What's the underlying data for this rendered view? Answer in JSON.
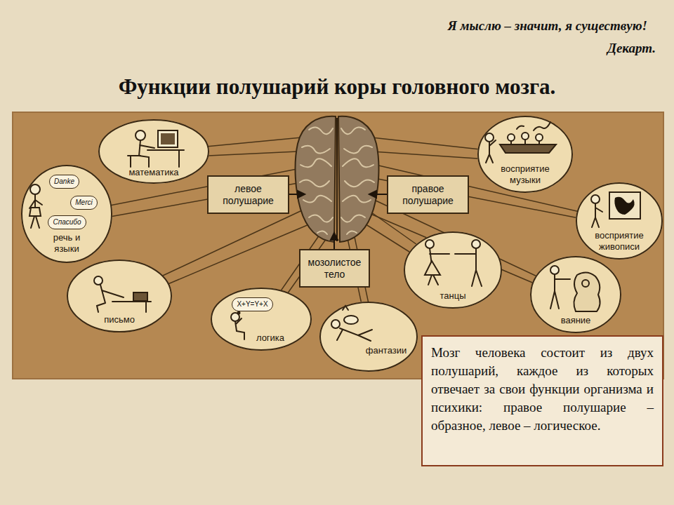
{
  "diagram": {
    "title": "Функции полушарий коры головного мозга.",
    "nodes": [
      {
        "text": [
          "математика"
        ]
      },
      {
        "text": [
          "восприятие музыки"
        ]
      },
      {
        "text": [
          "речь и языки"
        ]
      },
      {
        "text": [
          "Danke"
        ],
        "in": 2
      },
      {
        "text": [
          "Merci"
        ],
        "in": 2
      },
      {
        "text": [
          "Спасибо"
        ],
        "in": 2
      },
      {
        "text": [
          "левое полушарие"
        ]
      },
      {
        "text": [
          "правое полушарие"
        ]
      },
      {
        "text": [
          "восприятие живописи"
        ]
      },
      {
        "text": [
          "танцы"
        ]
      },
      {
        "text": [
          "мозолистое тело"
        ]
      },
      {
        "text": [
          "письмо"
        ]
      },
      {
        "text": [
          "ваяние"
        ]
      },
      {
        "text": [
          "логика"
        ]
      },
      {
        "text": [
          "X+Y=Y+X"
        ],
        "in": 13
      },
      {
        "text": [
          "фантазии"
        ]
      },
      {
        "text": [
          "Мозг человека состоит из двух полушарий, каждое из которых отвечает за свои функции организма и психики: правое полушарие – образное, левое – логическое."
        ]
      }
    ],
    "labels": [
      "Я мыслю – значит, я существую!",
      "Декарт."
    ]
  }
}
